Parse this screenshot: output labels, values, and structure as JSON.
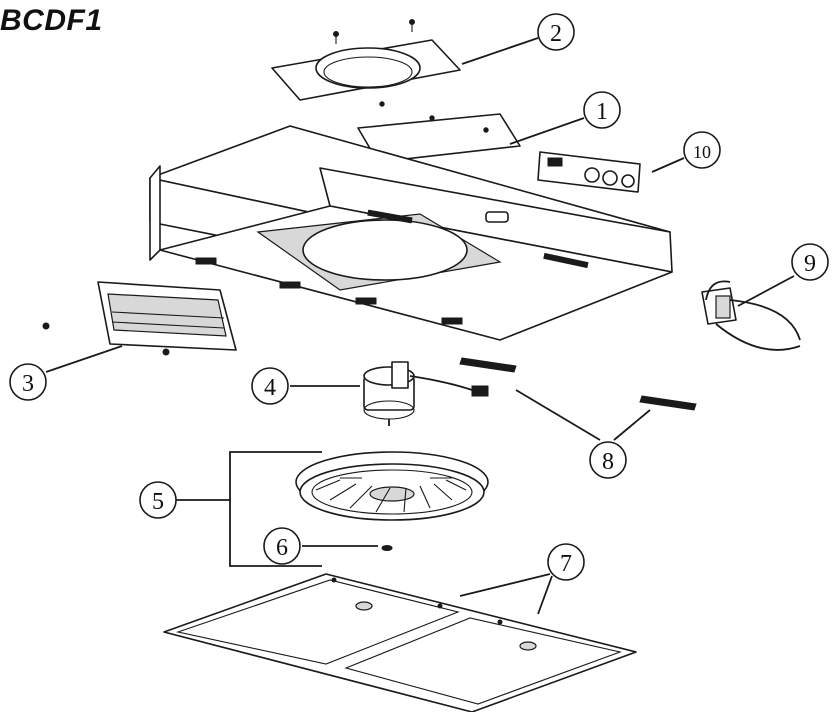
{
  "title": "BCDF1",
  "callouts": {
    "c1": "1",
    "c2": "2",
    "c3": "3",
    "c4": "4",
    "c5": "5",
    "c6": "6",
    "c7": "7",
    "c8": "8",
    "c9": "9",
    "c10": "10"
  }
}
